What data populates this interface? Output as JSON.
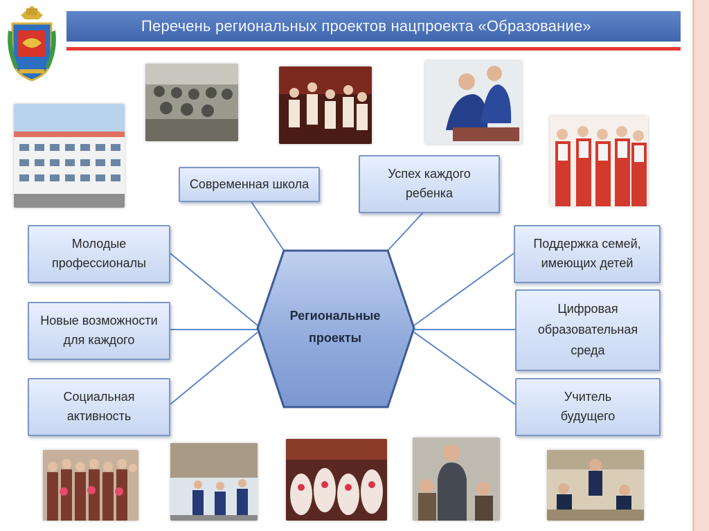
{
  "title": "Перечень региональных проектов нацпроекта «Образование»",
  "center": "Региональные\nпроекты",
  "projects": {
    "modern_school": "Современная школа",
    "success": "Успех каждого\nребенка",
    "young_pros": "Молодые\nпрофессионалы",
    "new_opps": "Новые возможности\nдля каждого",
    "social": "Социальная\nактивность",
    "family_support": "Поддержка семей,\nимеющих детей",
    "digital": "Цифровая\nобразовательная\nсреда",
    "teacher": "Учитель\nбудущего"
  },
  "colors": {
    "title_bar": "#4a70b5",
    "accent_line": "#e6382f",
    "box_border": "#7d97c4",
    "hexagon": "#9fb6e3"
  }
}
